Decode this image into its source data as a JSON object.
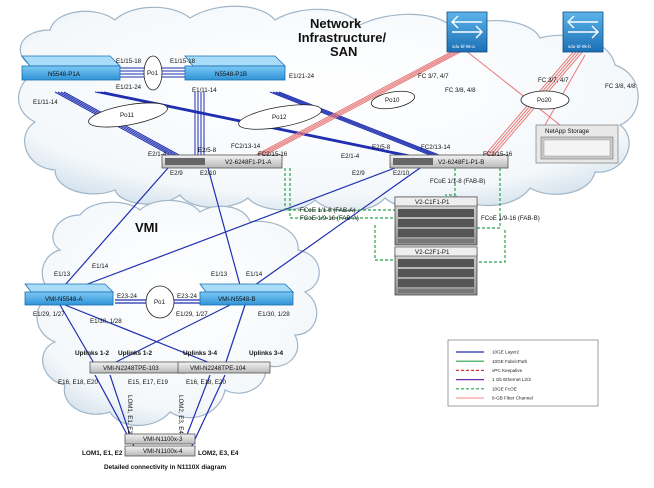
{
  "regions": {
    "network_title_line1": "Network",
    "network_title_line2": "Infrastructure/",
    "network_title_line3": "SAN",
    "vmi_title": "VMI"
  },
  "devices": {
    "n5548_p1a": "N5548-P1A",
    "n5548_p1b": "N5548-P1B",
    "fi_a": "V2-6248F1-P1-A",
    "fi_b": "V2-6248F1-P1-B",
    "mds_a": "sdu-bf-9k-a",
    "mds_b": "sdu-bf-9k-b",
    "netapp": "NetApp Storage",
    "chassis_1": "V2-C1F1-P1",
    "chassis_2": "V2-C2F1-P1",
    "vmi_n5548_a": "VMI-N5548-A",
    "vmi_n5548_b": "VMI-N5548-B",
    "fex_103": "VMI-N2248TPE-103",
    "fex_104": "VMI-N2248TPE-104",
    "n1100_3": "VMI-N1100x-3",
    "n1100_4": "VMI-N1100x-4"
  },
  "links": {
    "po1_top": "Po1",
    "po11": "Po11",
    "po12": "Po12",
    "po10": "Po10",
    "po20": "Po20",
    "po1_vmi": "Po1"
  },
  "ports": {
    "e1_15_18_a": "E1/15-18",
    "e1_21_24_a": "E1/21-24",
    "e1_15_18_b": "E1/15-18",
    "e1_21_24_b": "E1/21-24",
    "e1_11_14_a": "E1/11-14",
    "e1_11_14_b": "E1/11-14",
    "fc_37_47_a": "FC 3/7, 4/7",
    "fc_38_48_a": "FC 3/8, 4/8",
    "fc_37_47_b": "FC 3/7, 4/7",
    "fc_38_48_b": "FC 3/8, 4/8",
    "fc2_13_14_a": "FC2/13-14",
    "fc2_15_16_a": "FC2/15-16",
    "fc2_13_14_b": "FC2/13-14",
    "fc2_15_16_b": "FC2/15-16",
    "e2_1_4_a": "E2/1-4",
    "e2_5_8_a": "E2/5-8",
    "e2_9_a": "E2/9",
    "e2_10_a": "E2/10",
    "e2_1_4_b": "E2/1-4",
    "e2_5_8_b": "E2/5-8",
    "e2_9_b": "E2/9",
    "e2_10_b": "E2/10",
    "fcoe_b_1": "FCoE 1/1-8 (FAB-B)",
    "fcoe_a_1": "FCoE 1/1-8 (FAB-A)",
    "fcoe_a_2": "FCoE 1/9-16 (FAB-A)",
    "fcoe_b_2": "FCoE 1/9-16 (FAB-B)",
    "e1_13_a": "E1/13",
    "e1_14_a": "E1/14",
    "e1_13_b": "E1/13",
    "e1_14_b": "E1/14",
    "e23_24_a": "E23-24",
    "e23_24_b": "E23-24",
    "e1_29_27_a": "E1/29, 1/27",
    "e1_30_28_a": "E1/30, 1/28",
    "e1_29_27_b": "E1/29, 1/27",
    "e1_30_28_b": "E1/30, 1/28",
    "uplinks_12_a": "Uplinks 1-2",
    "uplinks_12_b": "Uplinks 1-2",
    "uplinks_34_a": "Uplinks 3-4",
    "uplinks_34_b": "Uplinks 3-4",
    "e16_18_20_a": "E16, E18, E20",
    "e15_17_19": "E15, E17, E19",
    "e16_18_20_b": "E16, E18, E20",
    "lom1_e1_e2_v": "LOM1, E1, E2",
    "lom2_e3_e4_v": "LOM2, E3, E4",
    "lom1_e1_e2": "LOM1, E1, E2",
    "lom2_e3_e4": "LOM2, E3, E4"
  },
  "footnote": "Detailed connectivity in N1110X diagram",
  "legend": {
    "items": [
      {
        "label": "10GE Layer2",
        "color": "#1f2fb0",
        "style": "solid"
      },
      {
        "label": "10GE FabricPath",
        "color": "#2aa24a",
        "style": "solid"
      },
      {
        "label": "vPC Keepalive",
        "color": "#e03030",
        "style": "dashed"
      },
      {
        "label": "1 Gb Ethernet L2/3",
        "color": "#6a2bb0",
        "style": "solid"
      },
      {
        "label": "10GE FcOE",
        "color": "#2aa24a",
        "style": "dashed"
      },
      {
        "label": "8-GB Fiber Channel",
        "color": "#ff9e9e",
        "style": "solid"
      }
    ]
  },
  "colors": {
    "layer2": "#1f2fb0",
    "fiber": "#e77a7a",
    "fcoe": "#2aa24a",
    "switch_top": "#3aa0e0",
    "switch_side": "#1c6fb0",
    "cloud_fill": "#ffffff",
    "cloud_stroke": "#9fb5c8"
  }
}
